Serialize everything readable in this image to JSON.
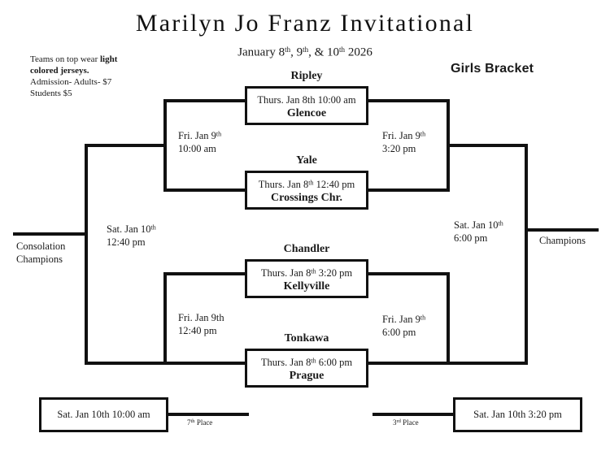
{
  "header": {
    "title": "Marilyn Jo Franz Invitational",
    "dates_prefix": "January 8",
    "dates_full": "January 8th, 9th, & 10th 2026",
    "bracket_label": "Girls Bracket"
  },
  "notes": {
    "line1_plain": "Teams on top wear ",
    "line1_bold": "light",
    "line2_bold": "colored jerseys.",
    "line3": "Admission- Adults- $7",
    "line4": "Students $5"
  },
  "games": [
    {
      "id": "game-1",
      "top_team": "Ripley",
      "time": "Thurs. Jan 8th 10:00 am",
      "bottom_team": "Glencoe"
    },
    {
      "id": "game-2",
      "top_team": "Yale",
      "time": "Thurs. Jan 8th 12:40 pm",
      "bottom_team": "Crossings Chr."
    },
    {
      "id": "game-3",
      "top_team": "Chandler",
      "time": "Thurs. Jan 8th 3:20 pm",
      "bottom_team": "Kellyville"
    },
    {
      "id": "game-4",
      "top_team": "Tonkawa",
      "time": "Thurs. Jan 8th 6:00 pm",
      "bottom_team": "Prague"
    }
  ],
  "rounds": {
    "losers_upper": {
      "day": "Fri. Jan 9th",
      "time": "10:00 am"
    },
    "winners_upper": {
      "day": "Fri. Jan 9th",
      "time": "3:20 pm"
    },
    "losers_lower": {
      "day": "Fri. Jan 9th",
      "time": "12:40 pm"
    },
    "winners_lower": {
      "day": "Fri. Jan 9th",
      "time": "6:00 pm"
    },
    "consolation_final": {
      "day": "Sat. Jan 10th",
      "time": "12:40 pm"
    },
    "championship_final": {
      "day": "Sat. Jan 10th",
      "time": "6:00 pm"
    }
  },
  "endpoints": {
    "consolation_champions_line1": "Consolation",
    "consolation_champions_line2": "Champions",
    "champions": "Champions"
  },
  "placement": {
    "seventh": {
      "box_text": "Sat. Jan 10th 10:00 am",
      "label": "7th Place"
    },
    "third": {
      "box_text": "Sat. Jan 10th 3:20 pm",
      "label": "3rd Place"
    }
  }
}
